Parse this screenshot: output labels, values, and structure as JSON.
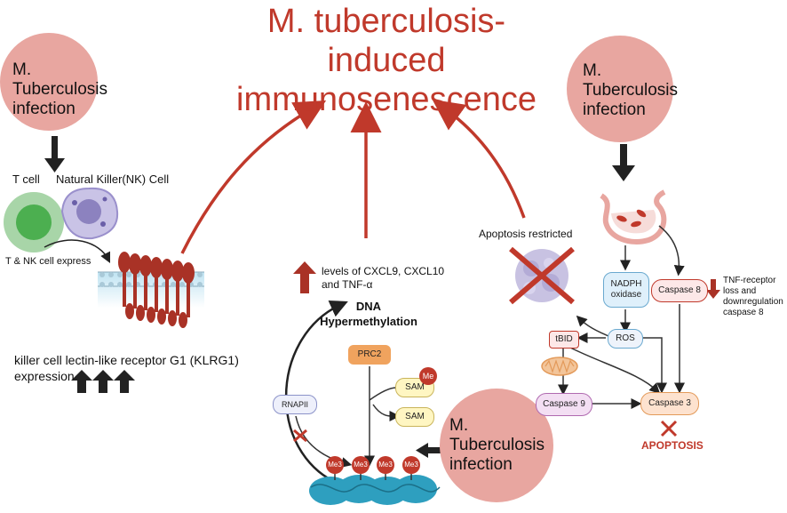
{
  "title": {
    "line1": "M. tuberculosis-",
    "line2": "induced",
    "line3": "immunosenescence"
  },
  "left": {
    "infection": {
      "line1": "M.",
      "line2": "Tuberculosis",
      "line3": "infection"
    },
    "t_cell": "T cell",
    "nk_cell": "Natural Killer(NK) Cell",
    "express": "T & NK cell express",
    "klrg1_line1": "killer cell lectin-like receptor G1 (KLRG1)",
    "klrg1_line2": "expression"
  },
  "middle": {
    "levels_line1": "levels of CXCL9, CXCL10",
    "levels_line2": "and TNF-α",
    "dna_line1": "DNA",
    "dna_line2": "Hypermethylation",
    "prc2": "PRC2",
    "sam1": "SAM",
    "sam2": "SAM",
    "me": "Me",
    "rnapii": "RNAPII",
    "me3": "Me3",
    "infection": {
      "line1": "M.",
      "line2": "Tuberculosis",
      "line3": "infection"
    }
  },
  "right": {
    "infection": {
      "line1": "M.",
      "line2": "Tuberculosis",
      "line3": "infection"
    },
    "apoptosis_restricted": "Apoptosis restricted",
    "nadph_line1": "NADPH",
    "nadph_line2": "oxidase",
    "caspase8": "Caspase 8",
    "tnf_line1": "TNF-receptor",
    "tnf_line2": "loss and",
    "tnf_line3": "downregulation",
    "tnf_line4": "caspase 8",
    "tbid": "tBID",
    "ros": "ROS",
    "caspase9": "Caspase 9",
    "caspase3": "Caspase 3",
    "apoptosis": "APOPTOSIS"
  },
  "colors": {
    "title_red": "#c0392b",
    "circle_pink": "#e8a6a0",
    "arrow_red": "#c0392b",
    "dark_red": "#a93226",
    "nucleosome": "#2e9fbf"
  }
}
